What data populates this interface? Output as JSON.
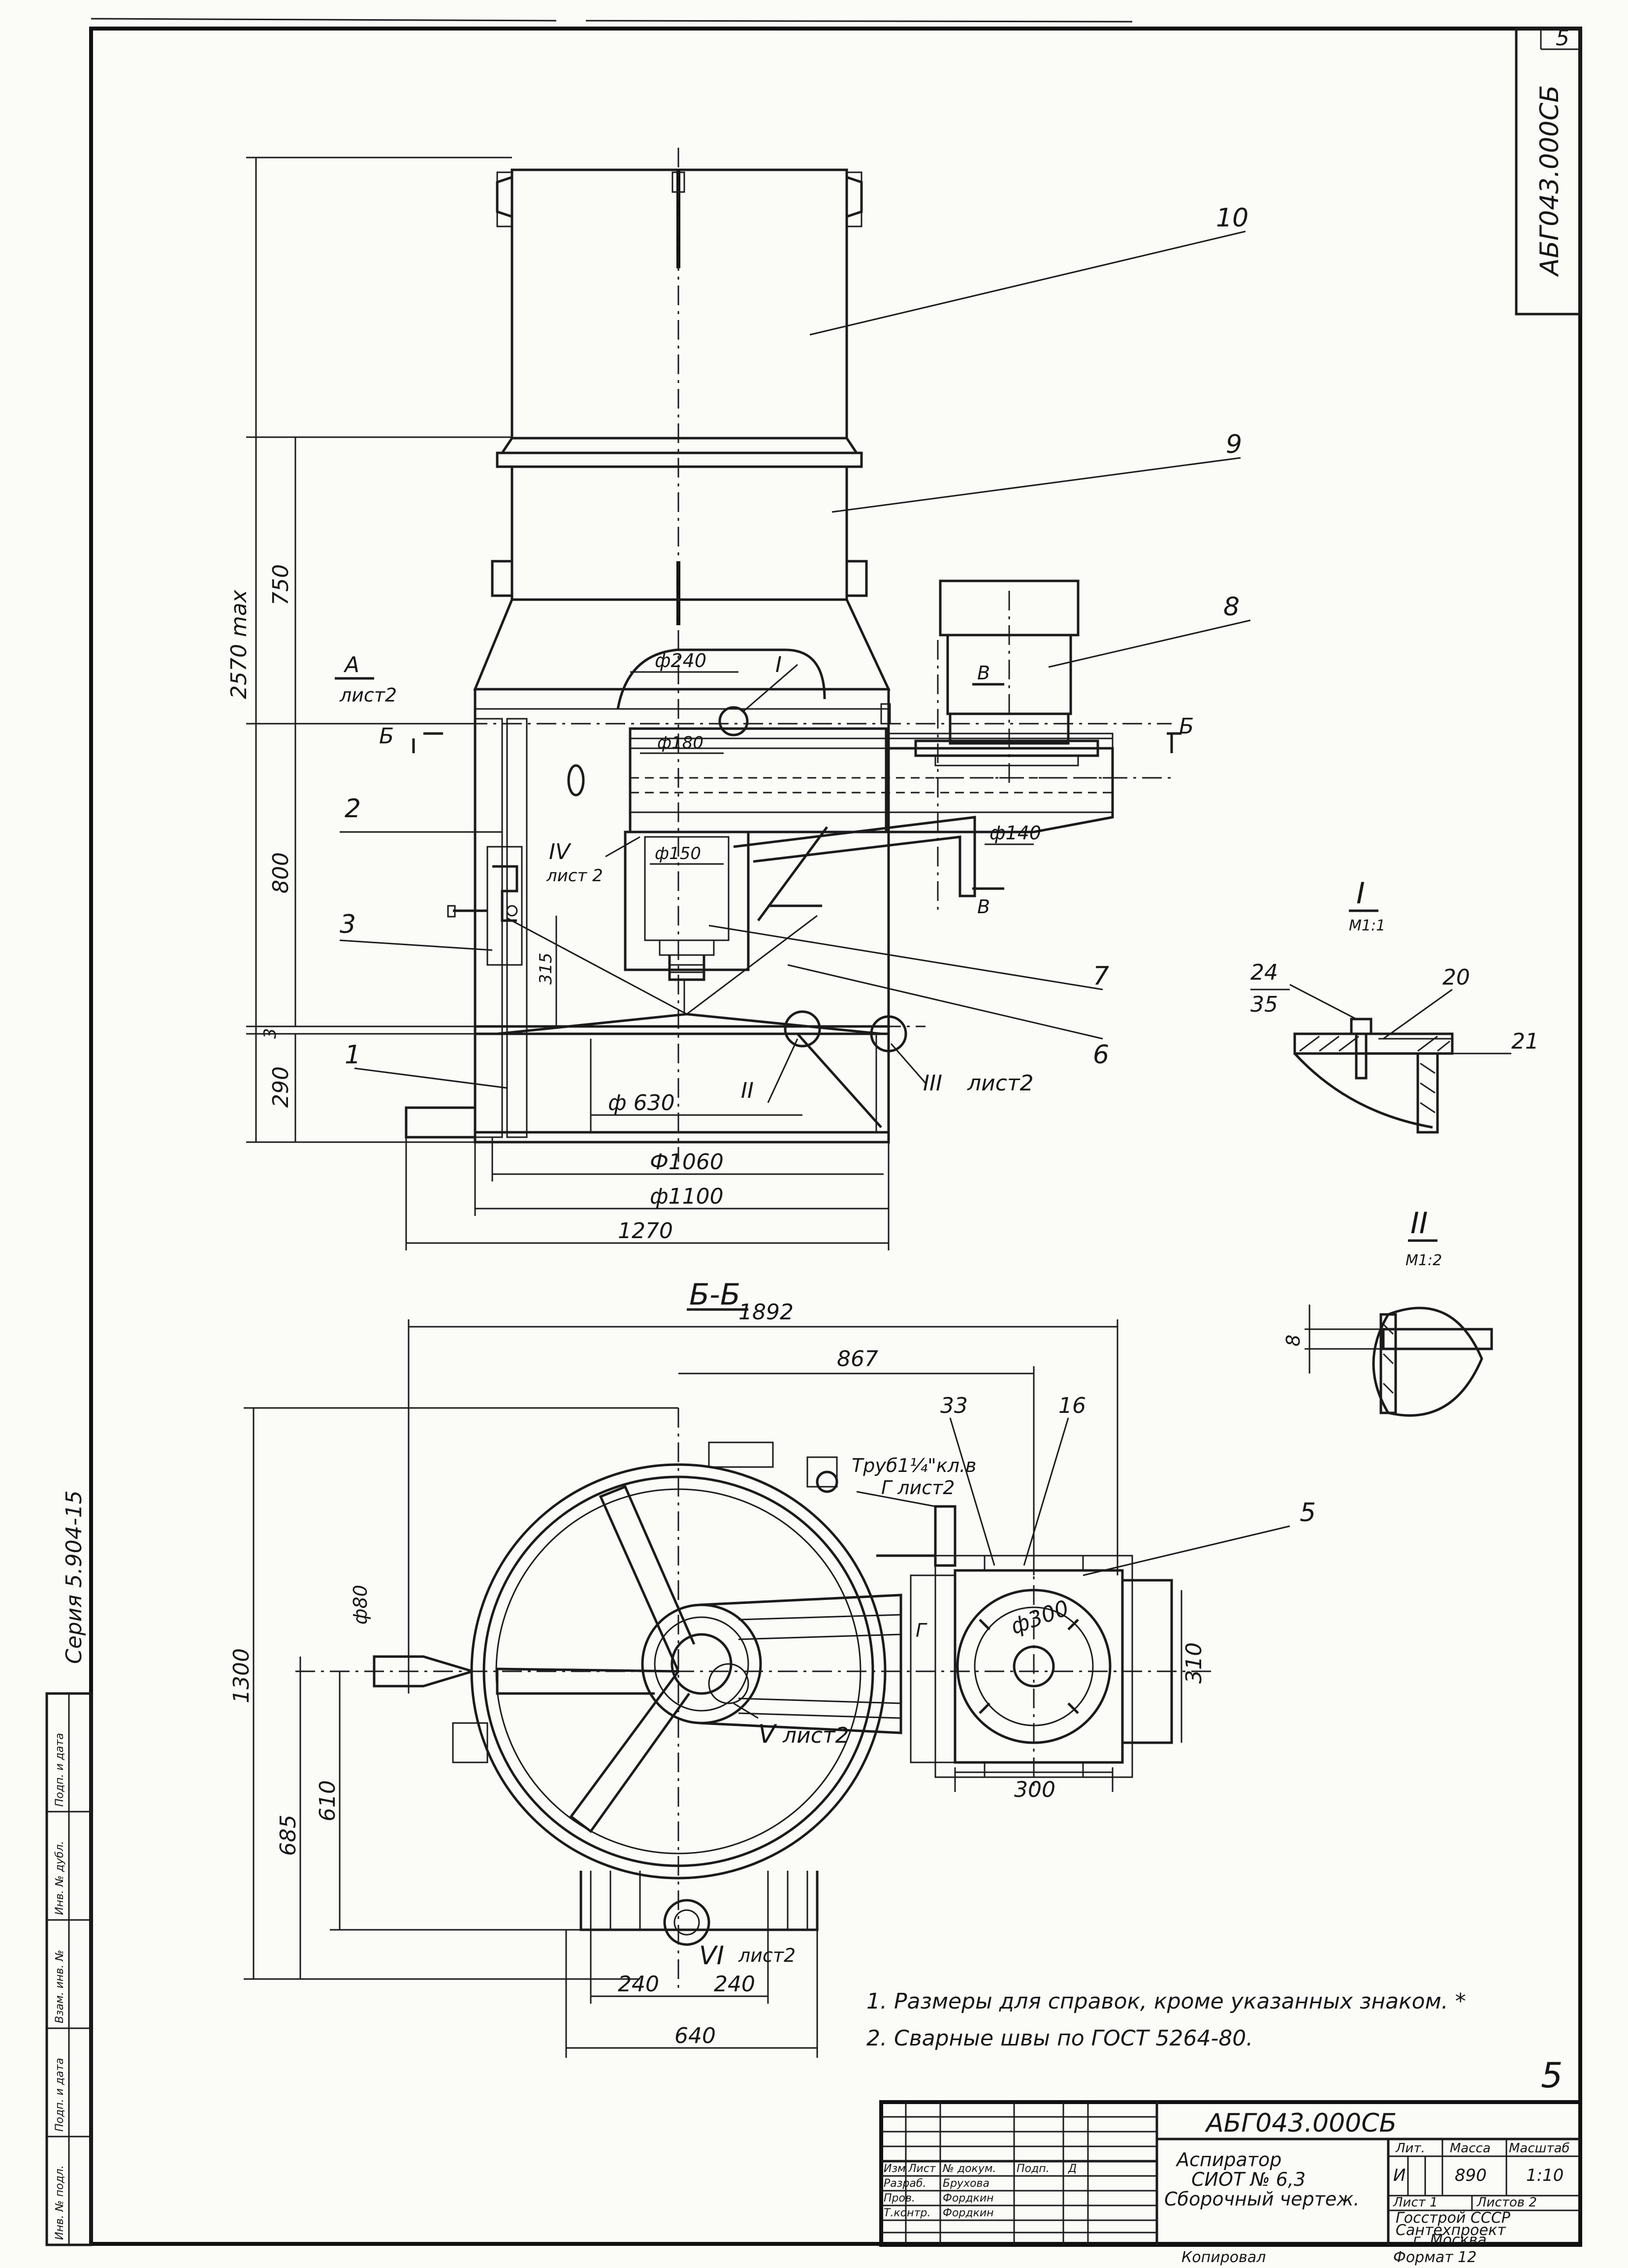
{
  "sheet": {
    "page_number": "5",
    "doc_code_stamp": "АБГ043.000СБ",
    "series": "Серия 5.904-15",
    "page_mark_bottom": "5"
  },
  "callouts": [
    "10",
    "9",
    "8",
    "2",
    "3",
    "7",
    "6",
    "1",
    "5",
    "33",
    "16"
  ],
  "front_view": {
    "dim_total_height": "2570 max",
    "dim_750": "750",
    "dim_800": "800",
    "dim_315": "315",
    "dim_3": "3",
    "dim_290": "290",
    "dia_240": "ф240",
    "dia_180": "ф180",
    "dia_150": "ф150",
    "dia_140": "ф140",
    "dia_630": "ф 630",
    "dia_1060": "Ф1060",
    "dia_1100": "ф1100",
    "dim_1270": "1270",
    "section_a": "A",
    "section_a_sheet": "лист2",
    "section_b_left": "Б",
    "section_b_right": "Б",
    "view_v_top": "B",
    "view_v_bottom": "B",
    "node_I": "I",
    "node_II": "II",
    "node_III": "III",
    "node_III_sheet": "лист2",
    "node_IV": "IV",
    "node_IV_sheet": "лист 2"
  },
  "detail_I": {
    "title": "I",
    "scale": "М1:1",
    "label_24": "24",
    "label_35": "35",
    "label_20": "20",
    "label_21": "21"
  },
  "detail_II": {
    "title": "II",
    "scale": "М1:2",
    "dim_8": "8"
  },
  "plan_view": {
    "title": "Б-Б",
    "dim_1892": "1892",
    "dim_867": "867",
    "dim_1300": "1300",
    "dim_685": "685",
    "dim_610": "610",
    "dia_80": "ф80",
    "dia_300": "ф300",
    "dim_310": "310",
    "dim_300": "300",
    "dim_240_left": "240",
    "dim_240_right": "240",
    "dim_640": "640",
    "pipe_note": "Труб1¼\"кл.в",
    "pipe_note_sheet": "Г лист2",
    "node_V": "V",
    "node_V_sheet": "лист2",
    "node_VI": "VI",
    "node_VI_sheet": "лист2",
    "view_g": "Г"
  },
  "notes": [
    "1. Размеры для справок, кроме указанных знаком. *",
    "2. Сварные швы по ГОСТ 5264-80."
  ],
  "title_block": {
    "designation": "АБГ043.000СБ",
    "product_name_1": "Аспиратор",
    "product_name_2": "СИОТ № 6,3",
    "product_name_3": "Сборочный чертеж.",
    "col_lit": "Лит.",
    "col_mass": "Масса",
    "col_scale": "Масштаб",
    "lit_value": "И",
    "mass_value": "890",
    "scale_value": "1:10",
    "sheet_label": "Лист 1",
    "sheets_label": "Листов 2",
    "org_1": "Госстрой СССР",
    "org_2": "Сантехпроект",
    "org_3": "г. Москва",
    "hdr_izm": "Изм",
    "hdr_list": "Лист",
    "hdr_ndok": "№ докум.",
    "hdr_podp": "Подп.",
    "hdr_data": "Д",
    "row_razrab": "Разраб.",
    "row_razrab_name": "Брухова",
    "row_prov": "Пров.",
    "row_prov_name": "Фордкин",
    "row_tkontr": "Т.контр.",
    "row_tkontr_name": "Фордкин",
    "format_label": "Формат 12",
    "copied_label": "Копировал"
  },
  "side_stamp": {
    "inv": "Инв. № подл.",
    "sign_date": "Подп. и дата",
    "vzam": "Взам. инв. №",
    "inv_dubl": "Инв. № дубл.",
    "sign_date2": "Подп. и дата"
  }
}
